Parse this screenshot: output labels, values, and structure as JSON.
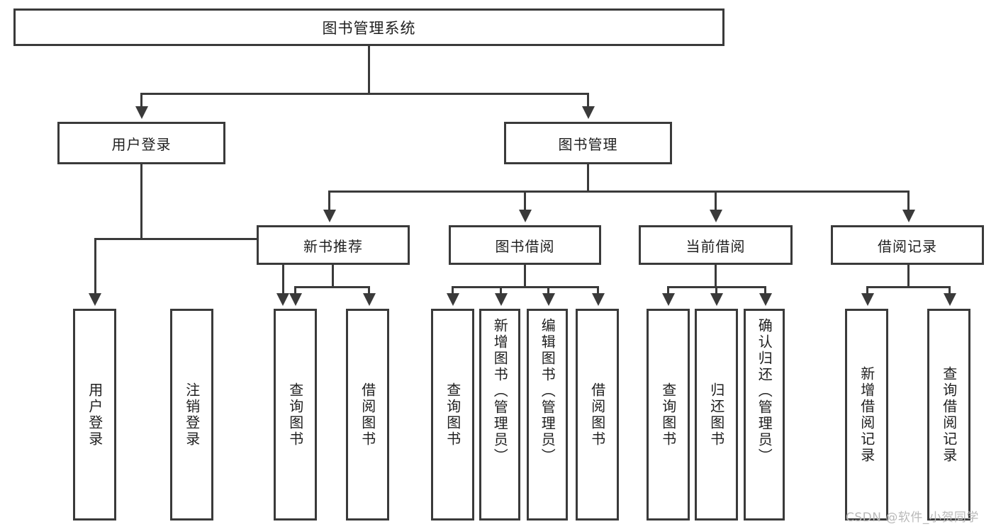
{
  "diagram": {
    "type": "tree-hierarchy",
    "title": "图书管理系统",
    "root": {
      "label": "图书管理系统"
    },
    "level1": [
      {
        "id": "user-login",
        "label": "用户登录"
      },
      {
        "id": "book-management",
        "label": "图书管理"
      }
    ],
    "level2": [
      {
        "id": "new-book-recommend",
        "label": "新书推荐",
        "parent": "book-management"
      },
      {
        "id": "book-borrow",
        "label": "图书借阅",
        "parent": "book-management"
      },
      {
        "id": "current-borrow",
        "label": "当前借阅",
        "parent": "book-management"
      },
      {
        "id": "borrow-record",
        "label": "借阅记录",
        "parent": "book-management"
      }
    ],
    "leaves": {
      "user_login": [
        {
          "id": "leaf-user-login",
          "label": "用户登录"
        },
        {
          "id": "leaf-logout",
          "label": "注销登录"
        }
      ],
      "new_book_recommend": [
        {
          "id": "leaf-query-book-1",
          "label": "查询图书"
        },
        {
          "id": "leaf-borrow-book-1",
          "label": "借阅图书"
        }
      ],
      "book_borrow": [
        {
          "id": "leaf-query-book-2",
          "label": "查询图书"
        },
        {
          "id": "leaf-add-book",
          "label": "新增图书（管理员）"
        },
        {
          "id": "leaf-edit-book",
          "label": "编辑图书（管理员）"
        },
        {
          "id": "leaf-borrow-book-2",
          "label": "借阅图书"
        }
      ],
      "current_borrow": [
        {
          "id": "leaf-query-book-3",
          "label": "查询图书"
        },
        {
          "id": "leaf-return-book",
          "label": "归还图书"
        },
        {
          "id": "leaf-confirm-return",
          "label": "确认归还（管理员）"
        }
      ],
      "borrow_record": [
        {
          "id": "leaf-add-record",
          "label": "新增借阅记录"
        },
        {
          "id": "leaf-query-record",
          "label": "查询借阅记录"
        }
      ]
    },
    "watermark": "CSDN @软件_小贺同学",
    "colors": {
      "stroke": "#3a3a3a",
      "fill": "#ffffff",
      "text": "#1f1f1f",
      "watermark": "#b9b9b9"
    }
  }
}
